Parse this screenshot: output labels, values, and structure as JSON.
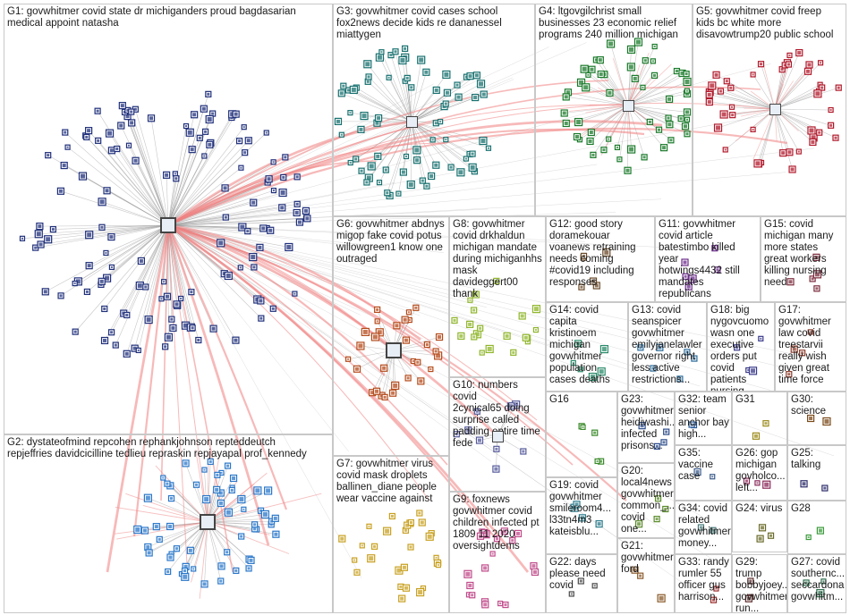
{
  "network": {
    "edge_color": "#999999",
    "highlight_edge_color": "#f08080",
    "groups": [
      {
        "id": "G1",
        "label": "G1: govwhitmer covid state dr michiganders proud bagdasarian\nmedical appoint natasha",
        "node_color": "#1f2f7a",
        "node_count": 140
      },
      {
        "id": "G2",
        "label": "G2: dystateofmind repcohen rephankjohnson repteddeutch\nrepjeffries davidcicilline tedlieu repraskin repjayapal prof_kennedy",
        "node_color": "#2a77c9",
        "node_count": 60
      },
      {
        "id": "G3",
        "label": "G3: govwhitmer covid cases school\nfox2news decide kids re dananessel\nmiattygen",
        "node_color": "#17706f",
        "node_count": 75
      },
      {
        "id": "G4",
        "label": "G4: ltgovgilchrist small\nbusinesses 23 economic relief\nprograms 240 million michigan",
        "node_color": "#1a7a2a",
        "node_count": 55
      },
      {
        "id": "G5",
        "label": "G5: govwhitmer covid freep\nkids bc white more\ndisavowtrump20 public school",
        "node_color": "#b0182a",
        "node_count": 45
      },
      {
        "id": "G6",
        "label": "G6: govwhitmer abdnys\nmigop fake covid potus\nwillowgreen1 know one\noutraged",
        "node_color": "#b44a1a",
        "node_count": 30
      },
      {
        "id": "G7",
        "label": "G7: govwhitmer virus\ncovid mask droplets\nballinen_diane people\nwear vaccine against",
        "node_color": "#c8a020",
        "node_count": 30
      },
      {
        "id": "G8",
        "label": "G8: govwhitmer\ncovid drkhaldun\nmichigan mandate\nduring michiganhhs\nmask davideggert00\nthank",
        "node_color": "#8fb52a",
        "node_count": 20
      },
      {
        "id": "G9",
        "label": "G9: foxnews\ngovwhitmer covid\nchildren infected pt\n1809 11 2020\noversightdems",
        "node_color": "#c04a8a",
        "node_count": 20
      },
      {
        "id": "G10",
        "label": "G10: numbers covid\n2cynical65 doing\nsurprise called\npadding entire time\nfede",
        "node_color": "#555a9a",
        "node_count": 10
      },
      {
        "id": "G11",
        "label": "G11: govwhitmer\ncovid article\nbatestimbo killed year\nhotwings4432 still\nmandates republicans",
        "node_color": "#6a2a8a",
        "node_count": 6
      },
      {
        "id": "G12",
        "label": "G12: good story\ndoramekouar\nvoanews retraining\nneeds coming\n#covid19 including\nresponses",
        "node_color": "#6a4a2a",
        "node_count": 6
      },
      {
        "id": "G13",
        "label": "G13: covid\nseanspicer\ngovwhitmer\nemilyjanelawler\ngovernor right\nless active\nrestrictions...",
        "node_color": "#2a6a9a",
        "node_count": 6
      },
      {
        "id": "G14",
        "label": "G14: covid\ncapita\nkristinoem\nmichigan\ngovwhitmer\npopulation\ncases deaths",
        "node_color": "#2a8a6a",
        "node_count": 6
      },
      {
        "id": "G15",
        "label": "G15: covid\nmichigan many\nmore states\ngreat workers\nkilling nursing\nneed",
        "node_color": "#7a2a3a",
        "node_count": 5
      },
      {
        "id": "G16",
        "label": "G16",
        "node_color": "#3a8a2a",
        "node_count": 5
      },
      {
        "id": "G17",
        "label": "G17:\ngovwhitmer\nlaw covid\ntreestarvii\nreally wish\ngiven great\ntime force",
        "node_color": "#8a3a2a",
        "node_count": 4
      },
      {
        "id": "G18",
        "label": "G18: big\nnygovcuomo\nwasn one\nexecutive\norders put\ncovid patients\nnursing",
        "node_color": "#3a3a8a",
        "node_count": 4
      },
      {
        "id": "G19",
        "label": "G19: covid\ngovwhitmer\nsmileroom4...\nl33tn4m3\nkateisblu...",
        "node_color": "#2a7a8a",
        "node_count": 4
      },
      {
        "id": "G20",
        "label": "G20:\nlocal4news\ngovwhitmer\ncommon_...\ncovid one...",
        "node_color": "#5a8a2a",
        "node_count": 4
      },
      {
        "id": "G21",
        "label": "G21:\ngovwhitmer\nford",
        "node_color": "#8a5a2a",
        "node_count": 3
      },
      {
        "id": "G22",
        "label": "G22: days\nplease need\ncovid",
        "node_color": "#4a4a4a",
        "node_count": 3
      },
      {
        "id": "G23",
        "label": "G23:\ngovwhitmer\nheidiwashi...\ninfected\nprisons...",
        "node_color": "#2a4a8a",
        "node_count": 4
      },
      {
        "id": "G24",
        "label": "G24: virus",
        "node_color": "#6a6a2a",
        "node_count": 3
      },
      {
        "id": "G25",
        "label": "G25:\ntalking",
        "node_color": "#2a2a6a",
        "node_count": 2
      },
      {
        "id": "G26",
        "label": "G26: gop\nmichigan\ngovholco...\nleft...",
        "node_color": "#8a2a5a",
        "node_count": 3
      },
      {
        "id": "G27",
        "label": "G27: covid\nsouthernc...\nseccardona\ngovwhitm...",
        "node_color": "#2a6a4a",
        "node_count": 3
      },
      {
        "id": "G28",
        "label": "G28",
        "node_color": "#3a9a3a",
        "node_count": 2
      },
      {
        "id": "G29",
        "label": "G29: trump\nbobbyjoey...\ngovwhitmer\nrun...",
        "node_color": "#5a2a2a",
        "node_count": 3
      },
      {
        "id": "G30",
        "label": "G30:\nscience",
        "node_color": "#7a4a1a",
        "node_count": 2
      },
      {
        "id": "G31",
        "label": "G31",
        "node_color": "#9a8a1a",
        "node_count": 2
      },
      {
        "id": "G32",
        "label": "G32: team\nsenior\nanchor bay\nhigh...",
        "node_color": "#2a5a9a",
        "node_count": 2
      },
      {
        "id": "G33",
        "label": "G33: randy\nrumler 55\nofficer gus\nharrison...",
        "node_color": "#9a2a2a",
        "node_count": 2
      },
      {
        "id": "G34",
        "label": "G34: covid\nrelated\ngovwhitmer\nmoney...",
        "node_color": "#4a7a7a",
        "node_count": 2
      },
      {
        "id": "G35",
        "label": "G35:\nvaccine\ncase",
        "node_color": "#3a5a8a",
        "node_count": 2
      }
    ]
  }
}
